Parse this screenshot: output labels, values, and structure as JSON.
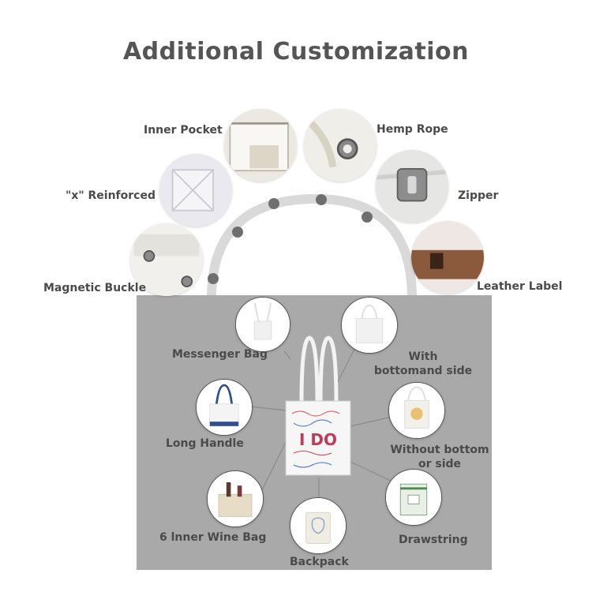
{
  "title": "Additional Customization",
  "top_options": [
    {
      "label": "Inner Pocket",
      "icon": "inner-pocket-photo"
    },
    {
      "label": "Hemp Rope",
      "icon": "hemp-rope-photo"
    },
    {
      "label": "\"x\" Reinforced",
      "icon": "x-reinforced-photo"
    },
    {
      "label": "Zipper",
      "icon": "zipper-photo"
    },
    {
      "label": "Magnetic Buckle",
      "icon": "magnetic-buckle-photo"
    },
    {
      "label": "Leather Label",
      "icon": "leather-label-photo"
    }
  ],
  "bag_styles": [
    {
      "label": "Messenger Bag"
    },
    {
      "label_line1": "With",
      "label_line2": "bottomand side"
    },
    {
      "label": "Long Handle"
    },
    {
      "label_line1": "Without bottom",
      "label_line2": "or side"
    },
    {
      "label": "6 lnner Wine Bag"
    },
    {
      "label": "Drawstring"
    },
    {
      "label": "Backpack"
    }
  ],
  "center_bag_text": "I DO",
  "colors": {
    "bag_body": "#a9a9a9",
    "handle": "#d9d9d9",
    "dot": "#6f6f6f",
    "leather": "#8b5a3c",
    "wine_bag_logo": "#e8c070",
    "drawstring_check": "#4f8a55"
  }
}
